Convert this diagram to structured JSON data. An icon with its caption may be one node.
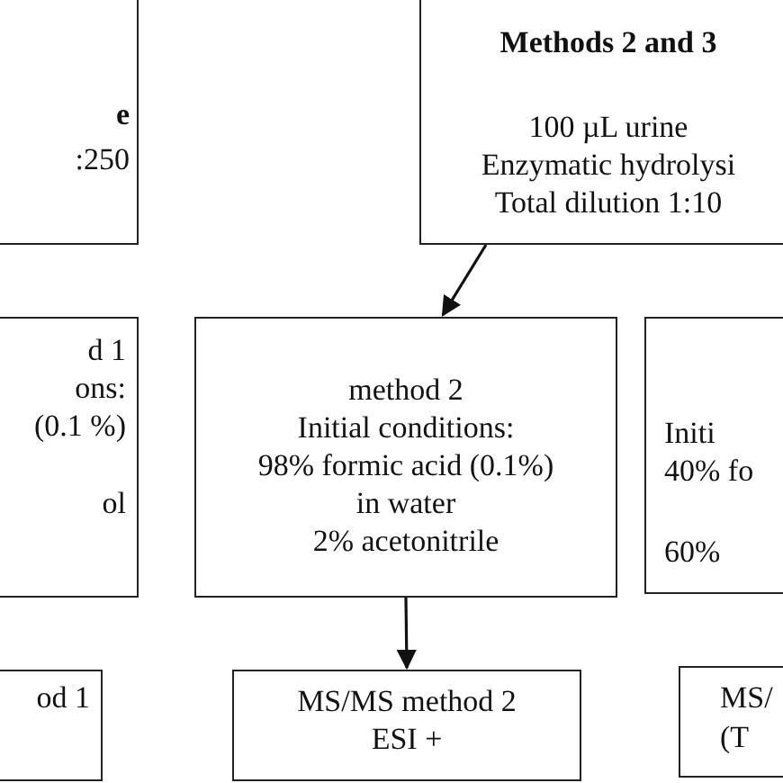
{
  "diagram": {
    "nodes": [
      {
        "text": [
          "e",
          ":250"
        ]
      },
      {
        "text": [
          "Methods 2 and 3",
          "100 µL urine Enzymatic hydrolysi Total dilution 1:10"
        ]
      },
      {
        "text": [
          "d 1 ons: (0.1 %)",
          "ol"
        ]
      },
      {
        "text": [
          "method 2 Initial conditions: 98% formic acid (0.1%) in water 2% acetonitrile"
        ]
      },
      {
        "text": [
          "Initi 40% fo",
          "60%"
        ]
      },
      {
        "text": [
          "od 1"
        ]
      },
      {
        "text": [
          "MS/MS method 2 ESI +"
        ]
      },
      {
        "text": [
          "MS/",
          "(T"
        ]
      }
    ],
    "edges": [
      {
        "from": 1,
        "to": 3,
        "arrow": "to"
      },
      {
        "from": 3,
        "to": 6,
        "arrow": "to"
      }
    ]
  }
}
